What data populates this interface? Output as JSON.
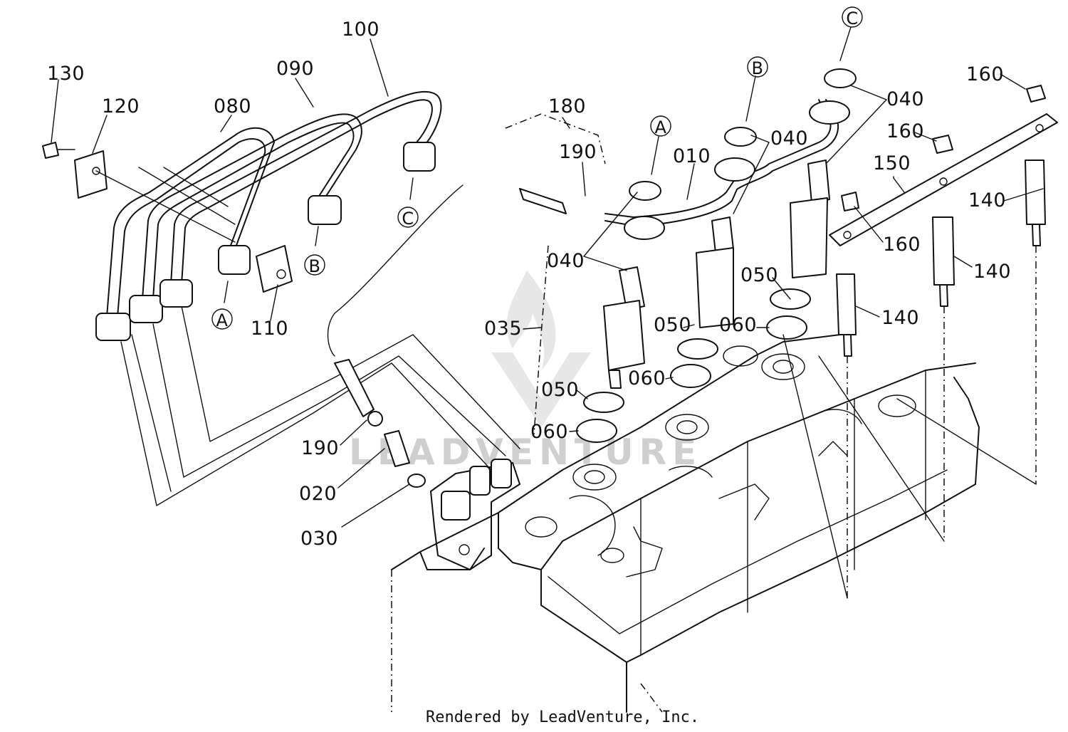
{
  "diagram": {
    "part_labels": {
      "p010": "010",
      "p020": "020",
      "p030": "030",
      "p035": "035",
      "p040a": "040",
      "p040b": "040",
      "p040c": "040",
      "p050a": "050",
      "p050b": "050",
      "p050c": "050",
      "p060a": "060",
      "p060b": "060",
      "p060c": "060",
      "p080": "080",
      "p090": "090",
      "p100": "100",
      "p110": "110",
      "p120": "120",
      "p130": "130",
      "p140a": "140",
      "p140b": "140",
      "p140c": "140",
      "p150": "150",
      "p160a": "160",
      "p160b": "160",
      "p160c": "160",
      "p180": "180",
      "p190a": "190",
      "p190b": "190"
    },
    "callouts": {
      "a1": "A",
      "b1": "B",
      "c1": "C",
      "a2": "A",
      "b2": "B",
      "c2": "C"
    },
    "watermark": "LEADVENTURE",
    "footer": "Rendered by LeadVenture, Inc."
  }
}
